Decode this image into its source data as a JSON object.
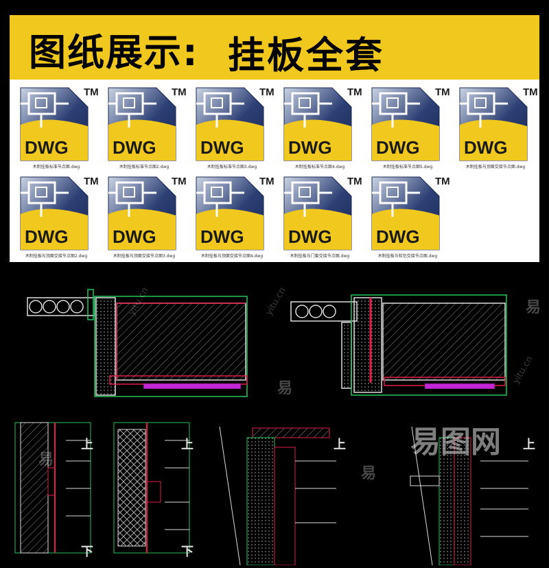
{
  "header": {
    "title_left": "图纸展示:",
    "title_right": "挂板全套"
  },
  "files": {
    "icon_text": "DWG",
    "tm": "TM",
    "items": [
      {
        "name": "木制挂板标准节点图.dwg"
      },
      {
        "name": "木制挂板标准节点图2.dwg"
      },
      {
        "name": "木制挂板标准节点图3.dwg"
      },
      {
        "name": "木制挂板标准节点图4.dwg"
      },
      {
        "name": "木制挂板标准节点图5.dwg"
      },
      {
        "name": "木制挂板与顶面交接节点图.dwg"
      },
      {
        "name": "木制挂板与顶面交接节点图2.dwg"
      },
      {
        "name": "木制挂板与顶面交接节点图3.dwg"
      },
      {
        "name": "木制挂板与顶面交接节点图4.dwg"
      },
      {
        "name": "木制挂板与门套交接节点图.dwg"
      },
      {
        "name": "木制挂板与软包交接节点图.dwg"
      }
    ]
  },
  "watermarks": {
    "yi": "易",
    "site": "yitu.cn",
    "brand": "易图网"
  },
  "drawings": {
    "label_up": "上",
    "label_down": "下"
  },
  "colors": {
    "yellow": "#f1c81d",
    "navy": "#1f2f5c",
    "cad_green": "#22c55e",
    "cad_red": "#e11d48"
  }
}
